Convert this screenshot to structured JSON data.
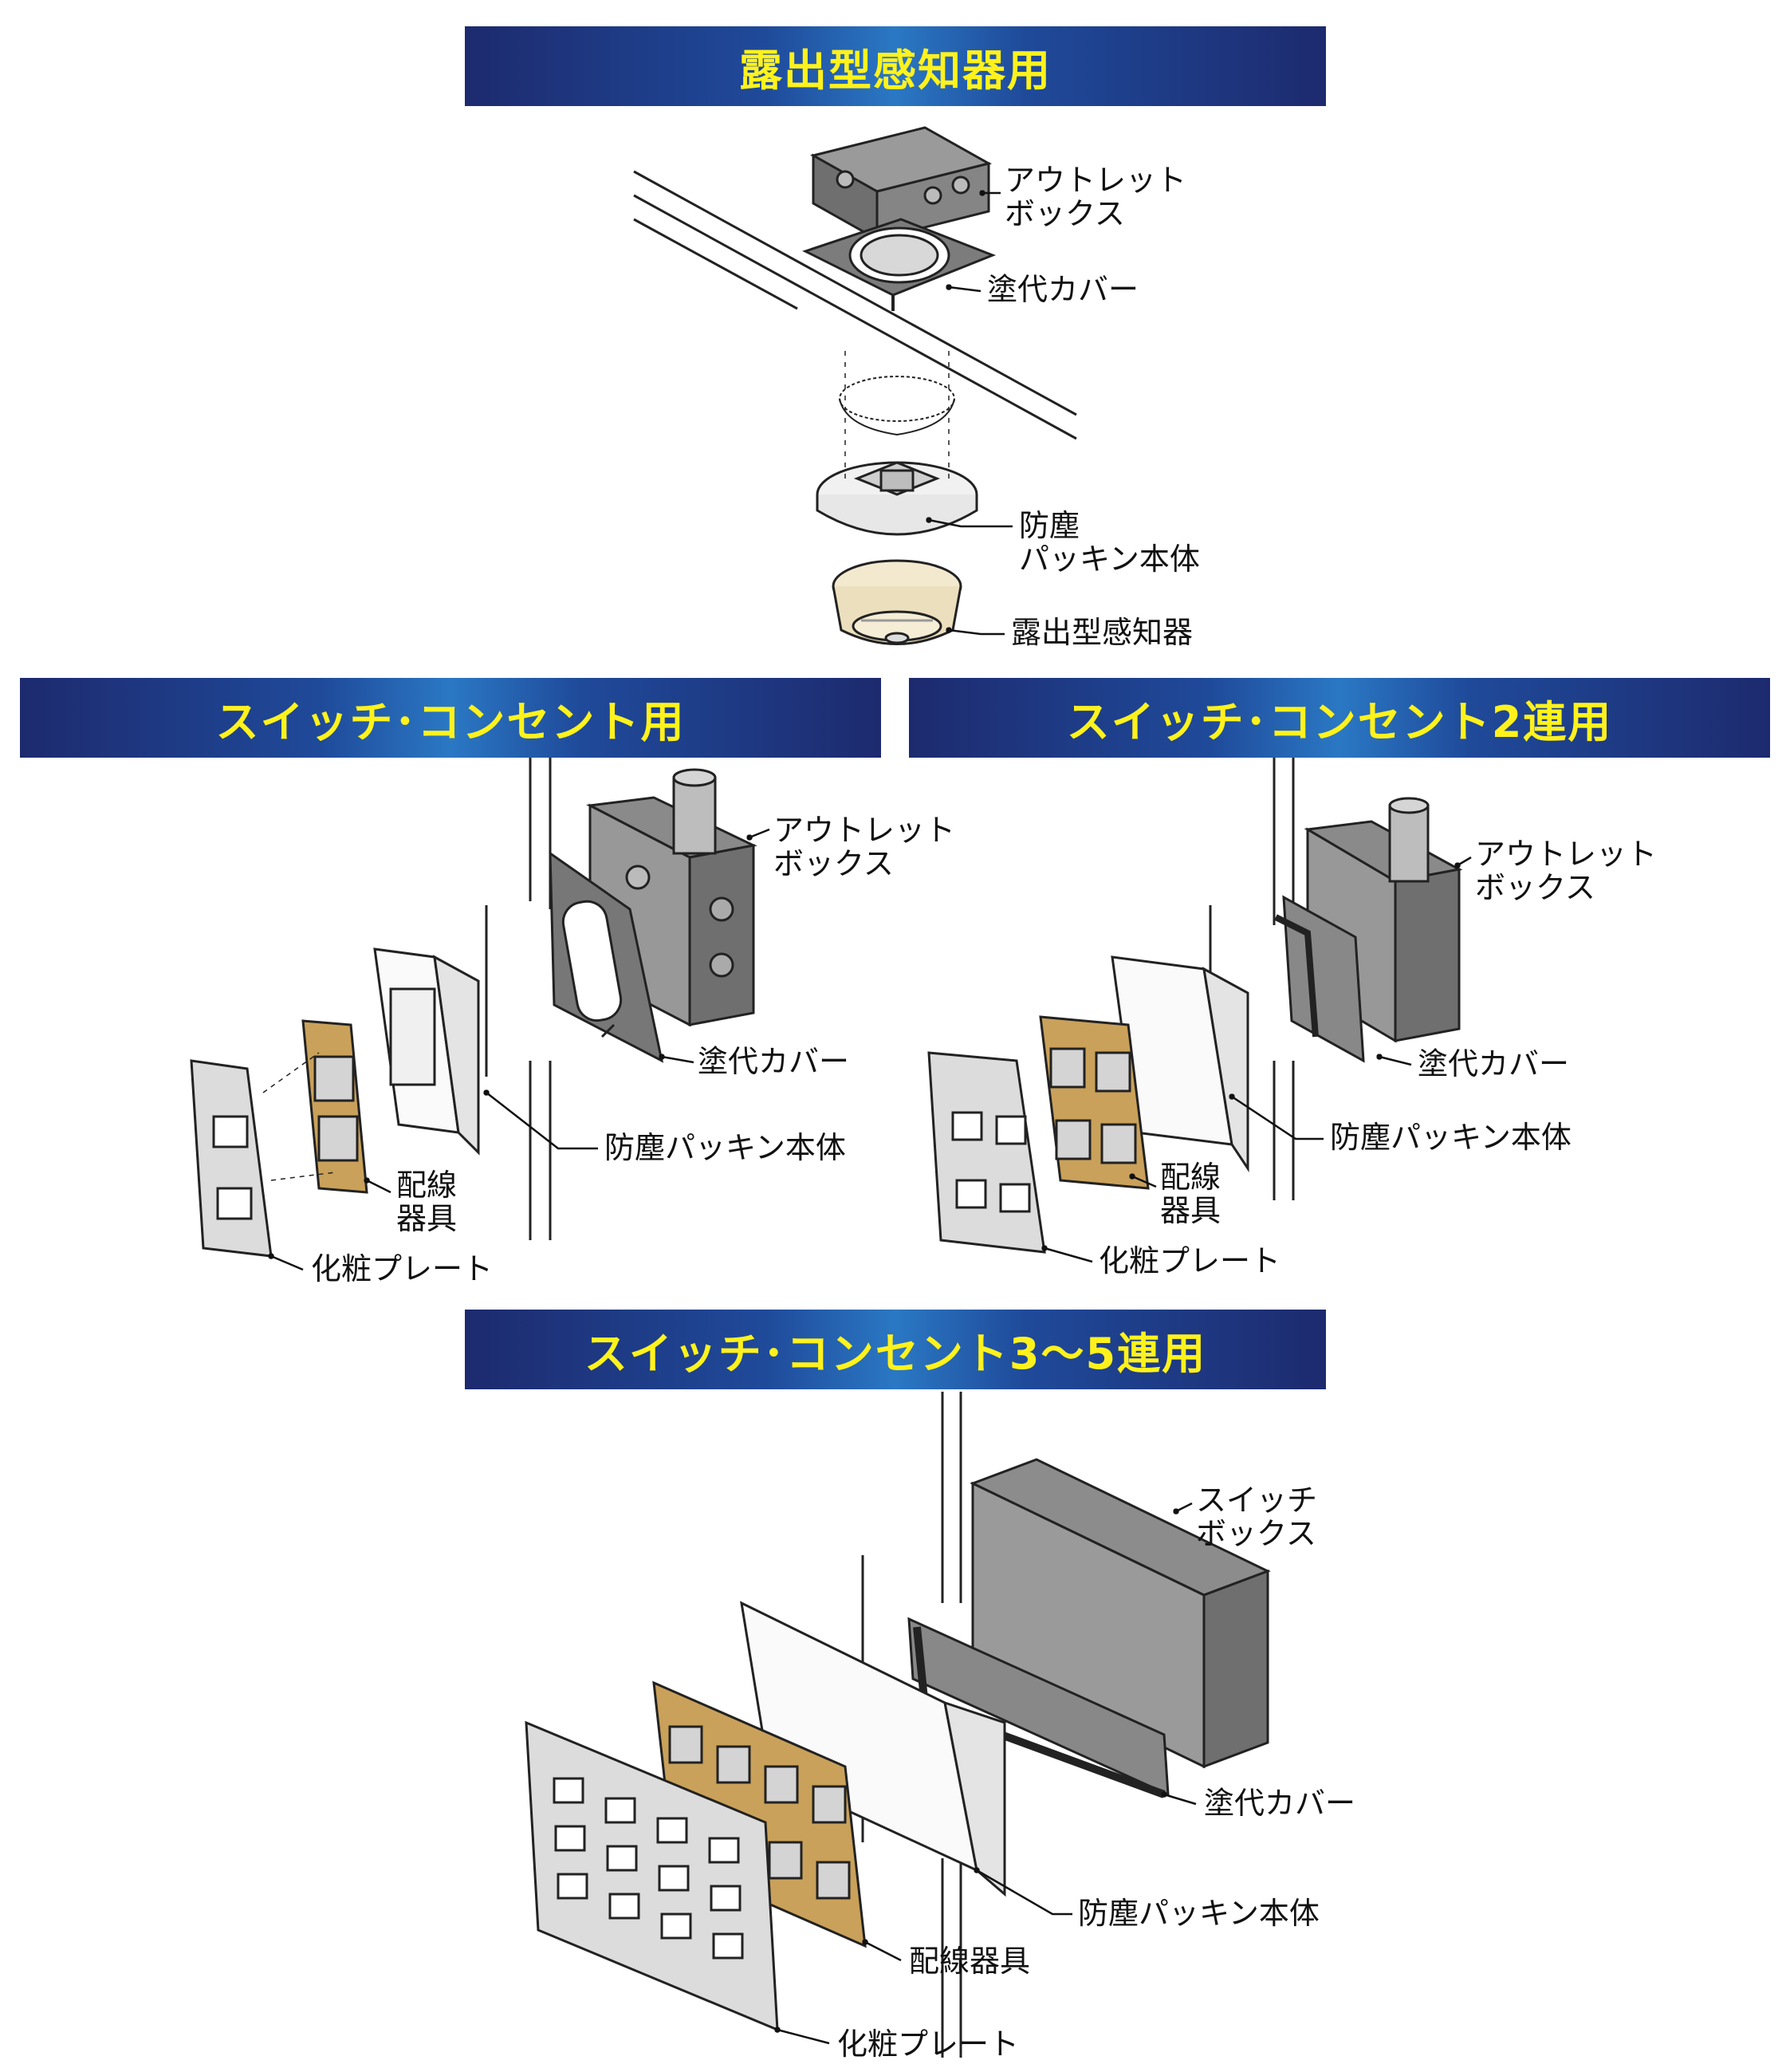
{
  "sections": {
    "exposed": {
      "title": "露出型感知器用",
      "labels": {
        "outlet_box": "アウトレット\nボックス",
        "cover": "塗代カバー",
        "packing": "防塵\nパッキン本体",
        "sensor": "露出型感知器"
      }
    },
    "switch1": {
      "title": "スイッチ･コンセント用",
      "labels": {
        "outlet_box": "アウトレット\nボックス",
        "cover": "塗代カバー",
        "packing": "防塵パッキン本体",
        "wiring": "配線\n器具",
        "plate": "化粧プレート"
      }
    },
    "switch2": {
      "title": "スイッチ･コンセント2連用",
      "labels": {
        "outlet_box": "アウトレット\nボックス",
        "cover": "塗代カバー",
        "packing": "防塵パッキン本体",
        "wiring": "配線\n器具",
        "plate": "化粧プレート"
      }
    },
    "switch35": {
      "title": "スイッチ･コンセント3～5連用",
      "labels": {
        "switch_box": "スイッチ\nボックス",
        "cover": "塗代カバー",
        "packing": "防塵パッキン本体",
        "wiring": "配線器具",
        "plate": "化粧プレート"
      }
    }
  },
  "colors": {
    "banner_text": "#fff21c",
    "banner_bg": "#1d2a6e",
    "metal": "#7d7d7d",
    "brass": "#c9a15a"
  }
}
